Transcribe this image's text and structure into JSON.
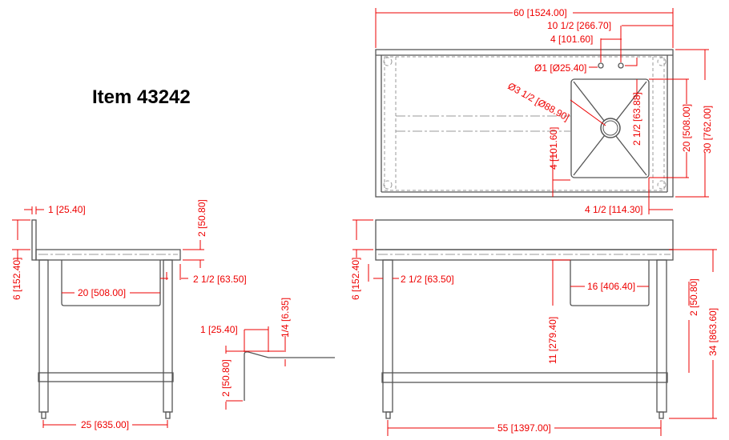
{
  "title": "Item 43242",
  "colors": {
    "dimension": "#e00000",
    "outline": "#555555"
  },
  "top_view": {
    "overall_width": "60 [1524.00]",
    "faucet_offset": "10 1/2 [266.70]",
    "faucet_spacing": "4 [101.60]",
    "faucet_hole_dia": "Ø1 [Ø25.40]",
    "drain_dia": "Ø3 1/2 [Ø88.90]",
    "sink_back_offset": "2 1/2 [63.88]",
    "sink_front_offset": "4 [101.60]",
    "sink_depth": "20 [508.00]",
    "overall_depth": "30 [762.00]",
    "sink_side_offset": "4 1/2 [114.30]"
  },
  "side_view": {
    "backsplash_thickness": "1 [25.40]",
    "backsplash_height": "6 [152.40]",
    "front_edge": "2 [50.80]",
    "leg_inset": "2 1/2 [63.50]",
    "sink_width": "20 [508.00]",
    "leg_spacing": "25 [635.00]"
  },
  "edge_detail": {
    "lip_width": "1 [25.40]",
    "lip_rise": "1/4 [6.35]",
    "lip_drop": "2 [50.80]"
  },
  "front_view": {
    "backsplash_height": "6 [152.40]",
    "leg_inset": "2 1/2 [63.50]",
    "sink_width": "16 [406.40]",
    "sink_depth": "11 [279.40]",
    "bowl_gap": "2 [50.80]",
    "overall_height": "34 [863.60]",
    "leg_spacing": "55 [1397.00]"
  }
}
